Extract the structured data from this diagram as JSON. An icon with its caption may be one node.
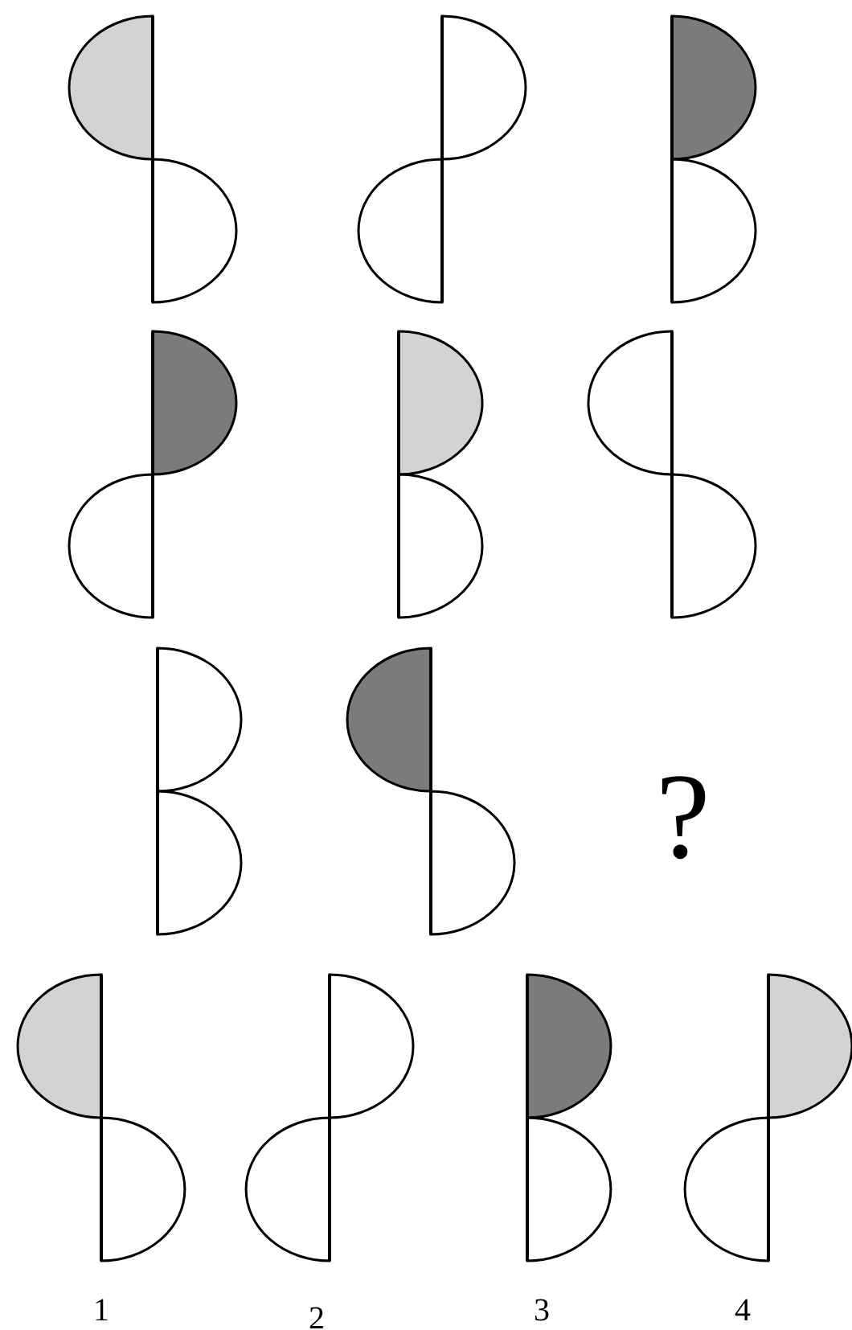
{
  "diagram": {
    "labels": [
      "?",
      "1",
      "2",
      "3",
      "4"
    ]
  }
}
